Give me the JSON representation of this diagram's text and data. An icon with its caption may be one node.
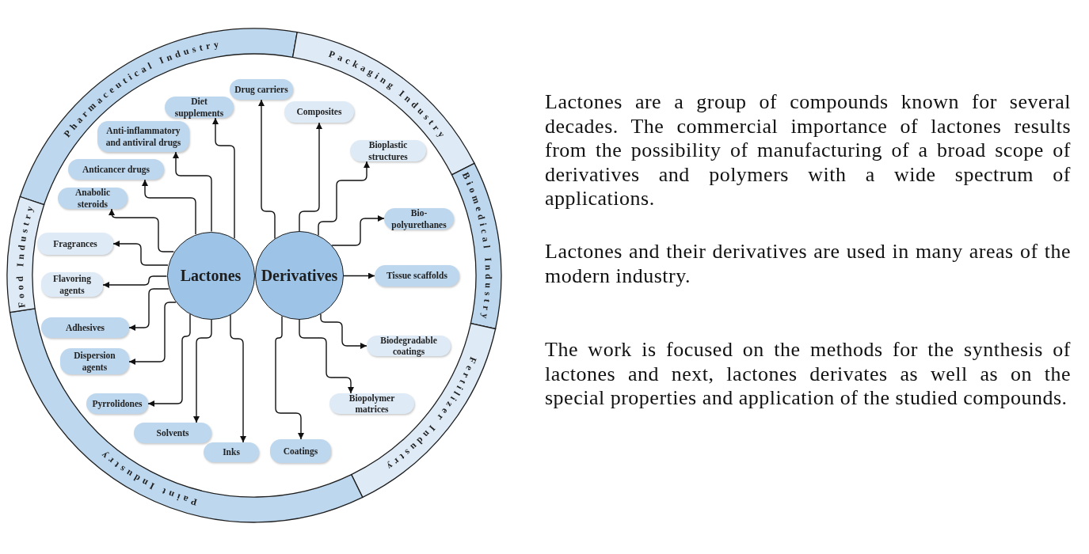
{
  "diagram": {
    "nodes": [
      {
        "text": [
          "Pharmaceutical Industry"
        ]
      },
      {
        "text": [
          "Packaging Industry"
        ]
      },
      {
        "text": [
          "Biomedical Industry"
        ]
      },
      {
        "text": [
          "Fertilizer Industry"
        ]
      },
      {
        "text": [
          "Paint Industry"
        ]
      },
      {
        "text": [
          "Food Industry"
        ]
      },
      {
        "text": [
          "Lactones"
        ]
      },
      {
        "text": [
          "Derivatives"
        ]
      },
      {
        "text": [
          "Drug carriers"
        ]
      },
      {
        "text": [
          "Diet supplements"
        ]
      },
      {
        "text": [
          "Composites"
        ]
      },
      {
        "text": [
          "Anti-inflammatory and antiviral drugs"
        ]
      },
      {
        "text": [
          "Bioplastic structures"
        ]
      },
      {
        "text": [
          "Anticancer drugs"
        ]
      },
      {
        "text": [
          "Anabolic steroids"
        ]
      },
      {
        "text": [
          "Bio-polyurethanes"
        ]
      },
      {
        "text": [
          "Fragrances"
        ]
      },
      {
        "text": [
          "Tissue scaffolds"
        ]
      },
      {
        "text": [
          "Flavoring agents"
        ]
      },
      {
        "text": [
          "Adhesives"
        ]
      },
      {
        "text": [
          "Biodegradable coatings"
        ]
      },
      {
        "text": [
          "Dispersion agents"
        ]
      },
      {
        "text": [
          "Pyrrolidones"
        ]
      },
      {
        "text": [
          "Biopolymer matrices"
        ]
      },
      {
        "text": [
          "Solvents"
        ]
      },
      {
        "text": [
          "Inks"
        ]
      },
      {
        "text": [
          "Coatings"
        ]
      }
    ],
    "edges": [
      {
        "from": 7,
        "to": 8,
        "arrow": "to"
      },
      {
        "from": 6,
        "to": 9,
        "arrow": "to"
      },
      {
        "from": 7,
        "to": 10,
        "arrow": "to"
      },
      {
        "from": 6,
        "to": 11,
        "arrow": "to"
      },
      {
        "from": 7,
        "to": 12,
        "arrow": "to"
      },
      {
        "from": 6,
        "to": 13,
        "arrow": "to"
      },
      {
        "from": 6,
        "to": 14,
        "arrow": "to"
      },
      {
        "from": 7,
        "to": 15,
        "arrow": "to"
      },
      {
        "from": 6,
        "to": 16,
        "arrow": "to"
      },
      {
        "from": 7,
        "to": 17,
        "arrow": "to"
      },
      {
        "from": 6,
        "to": 18,
        "arrow": "to"
      },
      {
        "from": 6,
        "to": 19,
        "arrow": "to"
      },
      {
        "from": 7,
        "to": 20,
        "arrow": "to"
      },
      {
        "from": 6,
        "to": 21,
        "arrow": "to"
      },
      {
        "from": 6,
        "to": 22,
        "arrow": "to"
      },
      {
        "from": 7,
        "to": 23,
        "arrow": "to"
      },
      {
        "from": 6,
        "to": 24,
        "arrow": "to"
      },
      {
        "from": 6,
        "to": 25,
        "arrow": "to"
      },
      {
        "from": 7,
        "to": 26,
        "arrow": "to"
      }
    ],
    "labels": [
      "Lactones are a group of compounds known for several decades. The commercial importance of lactones results from the possibility of manufacturing of a broad scope of derivatives and polymers with a wide spectrum of applications.",
      "Lactones and their derivatives are used in many areas of the modern industry.",
      "The work is focused on the methods for the synthesis of lactones and next, lactones derivates as well as on the special properties and application of the studied compounds."
    ]
  }
}
